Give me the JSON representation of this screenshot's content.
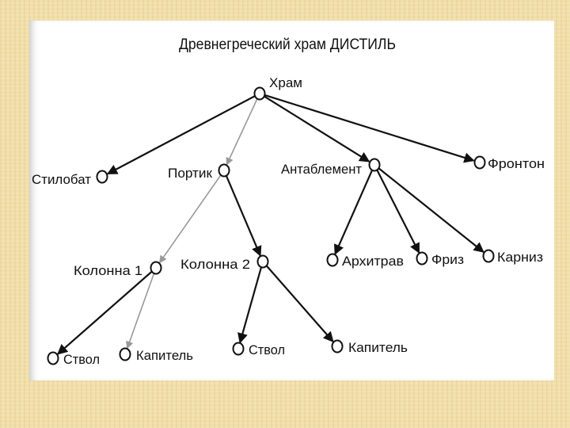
{
  "title": "Древнегреческий храм ДИСТИЛЬ",
  "nodes": {
    "hram": "Храм",
    "stilobat": "Стилобат",
    "portik": "Портик",
    "antablement": "Антаблемент",
    "fronton": "Фронтон",
    "kolonna1": "Колонна 1",
    "kolonna2": "Колонна 2",
    "arhitrav": "Архитрав",
    "friz": "Фриз",
    "karniz": "Карниз",
    "stvol1": "Ствол",
    "kapitel1": "Капитель",
    "stvol2": "Ствол",
    "kapitel2": "Капитель"
  },
  "edges": [
    {
      "from": "hram",
      "to": "stilobat",
      "color": "#111111"
    },
    {
      "from": "hram",
      "to": "portik",
      "color": "#999999"
    },
    {
      "from": "hram",
      "to": "antablement",
      "color": "#111111"
    },
    {
      "from": "hram",
      "to": "fronton",
      "color": "#111111"
    },
    {
      "from": "portik",
      "to": "kolonna1",
      "color": "#999999"
    },
    {
      "from": "portik",
      "to": "kolonna2",
      "color": "#111111"
    },
    {
      "from": "antablement",
      "to": "arhitrav",
      "color": "#111111"
    },
    {
      "from": "antablement",
      "to": "friz",
      "color": "#111111"
    },
    {
      "from": "antablement",
      "to": "karniz",
      "color": "#111111"
    },
    {
      "from": "kolonna1",
      "to": "stvol1",
      "color": "#111111"
    },
    {
      "from": "kolonna1",
      "to": "kapitel1",
      "color": "#999999"
    },
    {
      "from": "kolonna2",
      "to": "stvol2",
      "color": "#111111"
    },
    {
      "from": "kolonna2",
      "to": "kapitel2",
      "color": "#111111"
    }
  ]
}
